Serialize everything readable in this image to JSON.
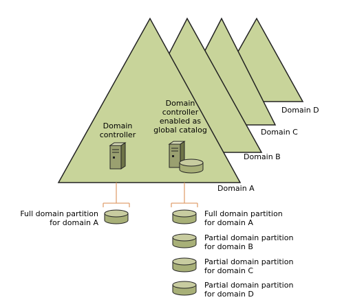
{
  "colors": {
    "triangle_fill": "#c8d49a",
    "triangle_stroke": "#222222",
    "connector": "#e0a070",
    "disk_fill": "#a8b078",
    "disk_top": "#c8cca0",
    "server_fill": "#9aa070"
  },
  "domains": [
    {
      "label": "Domain A"
    },
    {
      "label": "Domain B"
    },
    {
      "label": "Domain C"
    },
    {
      "label": "Domain D"
    }
  ],
  "controllers": {
    "dc_label_1": "Domain",
    "dc_label_2": "controller",
    "gc_label_1": "Domain",
    "gc_label_2": "controller",
    "gc_label_3": "enabled as",
    "gc_label_4": "global catalog"
  },
  "left_partition": {
    "line1": "Full domain partition",
    "line2": "for domain A"
  },
  "right_partitions": [
    {
      "line1": "Full domain partition",
      "line2": "for domain A"
    },
    {
      "line1": "Partial domain partition",
      "line2": "for domain B"
    },
    {
      "line1": "Partial domain partition",
      "line2": "for domain C"
    },
    {
      "line1": "Partial domain partition",
      "line2": "for domain D"
    }
  ]
}
